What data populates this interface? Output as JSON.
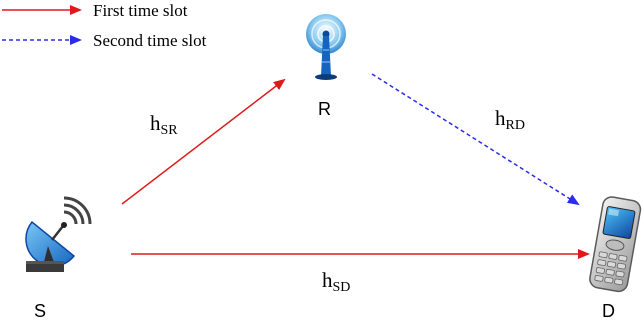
{
  "legend": {
    "first_slot": {
      "label": "First time slot",
      "color": "#e0191b",
      "style": "solid"
    },
    "second_slot": {
      "label": "Second time slot",
      "color": "#2b2bea",
      "style": "dashed"
    }
  },
  "nodes": {
    "source": {
      "label": "S",
      "icon": "satellite-dish-icon"
    },
    "relay": {
      "label": "R",
      "icon": "antenna-tower-icon"
    },
    "destination": {
      "label": "D",
      "icon": "mobile-phone-icon"
    }
  },
  "channels": {
    "sr": {
      "base": "h",
      "sub": "SR"
    },
    "rd": {
      "base": "h",
      "sub": "RD"
    },
    "sd": {
      "base": "h",
      "sub": "SD"
    }
  },
  "colors": {
    "first_slot": "#e0191b",
    "second_slot": "#2b2bea"
  }
}
